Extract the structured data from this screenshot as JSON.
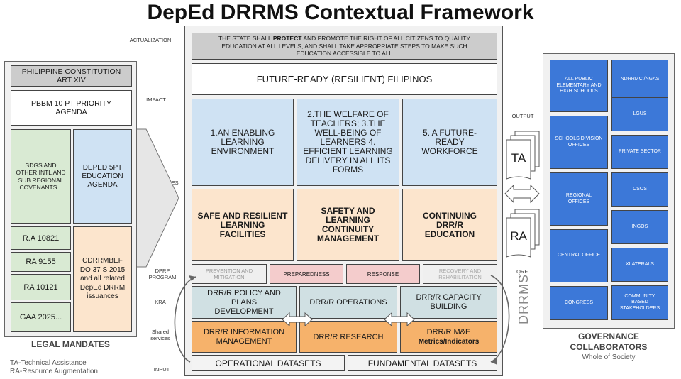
{
  "title": "DepEd DRRMS Contextual Framework",
  "side_labels": {
    "actualization": "ACTUALIZATION",
    "impact": "IMPACT",
    "outcomes": "OUTCOMES",
    "dprp": "DPRP PROGRAM",
    "kra": "KRA",
    "shared": "Shared services",
    "input": "INPUT",
    "output": "OUTPUT",
    "qrf": "QRF"
  },
  "actualization_text_before": "THE STATE SHALL ",
  "actualization_bold": "PROTECT",
  "actualization_text_after": " AND PROMOTE THE RIGHT OF ALL CITIZENS TO QUALITY EDUCATION AT ALL LEVELS, AND SHALL TAKE APPROPRIATE STEPS TO MAKE SUCH EDUCATION ACCESSIBLE TO ALL",
  "impact": "FUTURE-READY (RESILIENT) FILIPINOS",
  "outcomes": [
    "1.AN ENABLING LEARNING ENVIRONMENT",
    "2.THE WELFARE OF TEACHERS; 3.THE WELL-BEING OF LEARNERS 4. EFFICIENT LEARNING DELIVERY IN ALL ITS FORMS",
    "5. A FUTURE-READY WORKFORCE"
  ],
  "pillars": [
    "SAFE AND RESILIENT LEARNING FACILITIES",
    "SAFETY AND LEARNING CONTINUITY MANAGEMENT",
    "CONTINUING DRR/R EDUCATION"
  ],
  "dprp": [
    "PREVENTION AND MITIGATION",
    "PREPAREDNESS",
    "RESPONSE",
    "RECOVERY AND REHABILITATION"
  ],
  "kra": [
    "DRR/R POLICY AND PLANS DEVELOPMENT",
    "DRR/R OPERATIONS",
    "DRR/R CAPACITY BUILDING"
  ],
  "shared": [
    "DRR/R INFORMATION MANAGEMENT",
    "DRR/R RESEARCH",
    "DRR/R M&E",
    "Metrics/Indicators"
  ],
  "inputs": [
    "OPERATIONAL DATASETS",
    "FUNDAMENTAL DATASETS"
  ],
  "legal": {
    "constitution": "PHILIPPINE CONSTITUTION ART XIV",
    "pbbm": "PBBM 10 PT PRIORITY AGENDA",
    "sdgs": "SDGS AND OTHER INTL AND SUB REGIONAL COVENANTS...",
    "deped5pt": "DEPED 5PT EDUCATION AGENDA",
    "ra": [
      "R.A 10821",
      "RA 9155",
      "RA 10121",
      "GAA 2025..."
    ],
    "cdrrmbef": "CDRRMBEF DO 37 S 2015 and all related DepEd DRRM issuances",
    "label": "LEGAL MANDATES"
  },
  "docs": [
    "TA",
    "RA"
  ],
  "drrms_vertical": "DRRMS",
  "governance": {
    "left": [
      "ALL PUBLIC ELEMENTARY AND HIGH SCHOOLS",
      "SCHOOLS DIVISION OFFICES",
      "REGIONAL OFFICES",
      "CENTRAL OFFICE",
      "CONGRESS"
    ],
    "right": [
      "NDRRMC /NGAS",
      "LGUS",
      "PRIVATE SECTOR",
      "CSOS",
      "INGOS",
      "XLATERALS",
      "COMMUNITY BASED STAKEHOLDERS"
    ],
    "label_line1": "GOVERNANCE",
    "label_line2": "COLLABORATORS",
    "sub": "Whole of Society"
  },
  "footnotes": [
    "TA-Technical Assistance",
    "RA-Resource Augmentation"
  ]
}
